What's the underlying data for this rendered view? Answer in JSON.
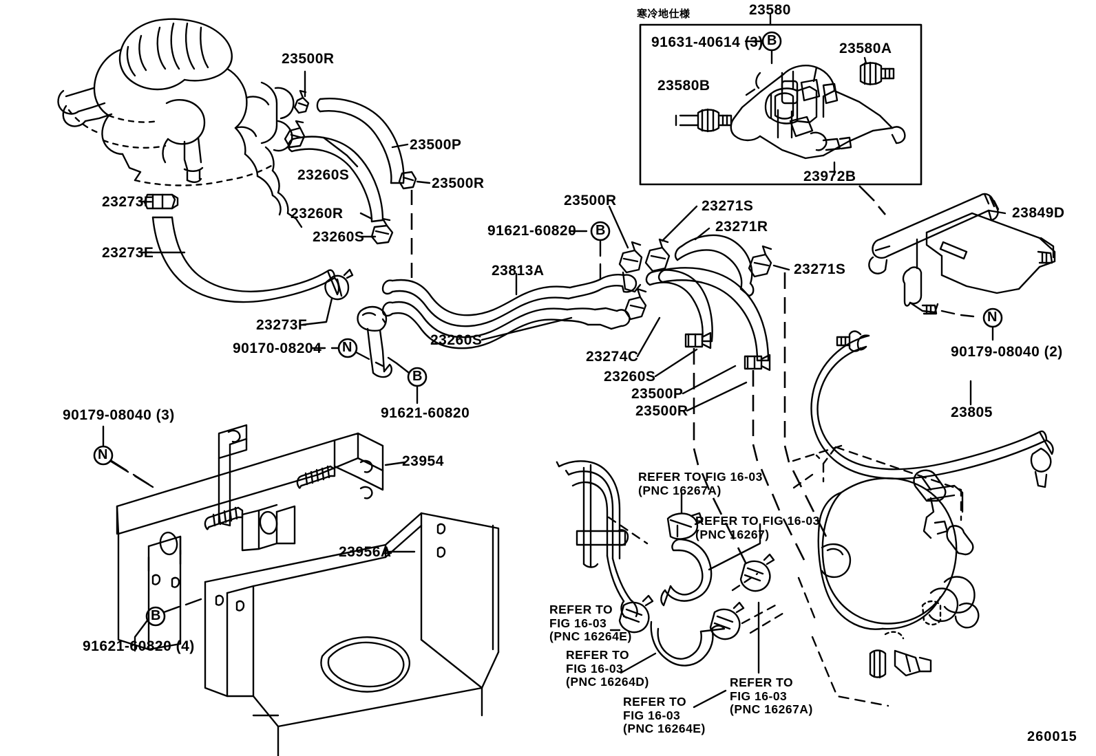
{
  "diagram": {
    "drawing_number": "260015",
    "inset_box": {
      "note_jp": "寒冷地仕様",
      "title_label": "23580",
      "labels": [
        {
          "id": "fastener-91631",
          "text": "91631-40614 (3)"
        },
        {
          "id": "vsv-23580a",
          "text": "23580A"
        },
        {
          "id": "vsv-23580b",
          "text": "23580B"
        },
        {
          "id": "bracket-23972b",
          "text": "23972B"
        }
      ],
      "callout_symbol": "B"
    },
    "labels": [
      {
        "id": "hose-23500r-top",
        "text": "23500R"
      },
      {
        "id": "hose-23500p-top",
        "text": "23500P"
      },
      {
        "id": "clamp-23260s-a",
        "text": "23260S"
      },
      {
        "id": "hose-23500r-b",
        "text": "23500R"
      },
      {
        "id": "hose-23260r",
        "text": "23260R"
      },
      {
        "id": "clamp-23260s-b",
        "text": "23260S"
      },
      {
        "id": "clamp-23273f-top",
        "text": "23273F"
      },
      {
        "id": "hose-23273e",
        "text": "23273E"
      },
      {
        "id": "clamp-23273f-mid",
        "text": "23273F"
      },
      {
        "id": "nut-90170-08204",
        "text": "90170-08204"
      },
      {
        "id": "bolt-91621-60820-a",
        "text": "91621-60820"
      },
      {
        "id": "bolt-91621-60820-b",
        "text": "91621-60820"
      },
      {
        "id": "pipe-23813a",
        "text": "23813A"
      },
      {
        "id": "hose-23500r-c",
        "text": "23500R"
      },
      {
        "id": "clamp-23271s-a",
        "text": "23271S"
      },
      {
        "id": "hose-23271r",
        "text": "23271R"
      },
      {
        "id": "clamp-23271s-b",
        "text": "23271S"
      },
      {
        "id": "clamp-23260s-c",
        "text": "23260S"
      },
      {
        "id": "hose-23274c",
        "text": "23274C"
      },
      {
        "id": "clamp-23260s-d",
        "text": "23260S"
      },
      {
        "id": "hose-23500p-b",
        "text": "23500P"
      },
      {
        "id": "hose-23500r-d",
        "text": "23500R"
      },
      {
        "id": "rail-23849d",
        "text": "23849D"
      },
      {
        "id": "nut-90179-08040-2",
        "text": "90179-08040 (2)"
      },
      {
        "id": "pipe-23805",
        "text": "23805"
      },
      {
        "id": "nut-90179-08040-3",
        "text": "90179-08040 (3)"
      },
      {
        "id": "bracket-23954",
        "text": "23954"
      },
      {
        "id": "bracket-23956a",
        "text": "23956A"
      },
      {
        "id": "bolt-91621-60820-4",
        "text": "91621-60820 (4)"
      }
    ],
    "refer_notes": [
      {
        "id": "refer-16267a-top",
        "line1": "REFER TO FIG 16-03",
        "line2": "(PNC 16267A)"
      },
      {
        "id": "refer-16267",
        "line1": "REFER TO FIG 16-03",
        "line2": "(PNC 16267)"
      },
      {
        "id": "refer-16264e-left",
        "line1": "REFER TO",
        "line2": "FIG 16-03",
        "line3": "(PNC 16264E)"
      },
      {
        "id": "refer-16264d",
        "line1": "REFER TO",
        "line2": "FIG 16-03",
        "line3": "(PNC 16264D)"
      },
      {
        "id": "refer-16264e-bot",
        "line1": "REFER TO",
        "line2": "FIG 16-03",
        "line3": "(PNC 16264E)"
      },
      {
        "id": "refer-16267a-bot",
        "line1": "REFER TO",
        "line2": "FIG 16-03",
        "line3": "(PNC 16267A)"
      }
    ],
    "symbols": {
      "bolt": "B",
      "nut": "N"
    },
    "colors": {
      "line": "#000000",
      "background": "#ffffff"
    }
  }
}
